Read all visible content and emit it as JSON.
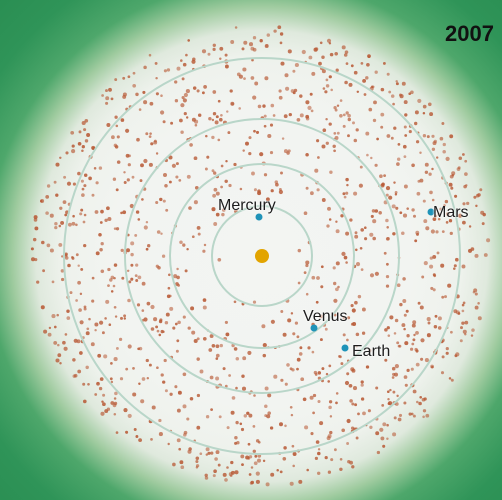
{
  "year": "2007",
  "planets": [
    {
      "name": "Mercury",
      "icon": "planet-marker-icon"
    },
    {
      "name": "Venus",
      "icon": "planet-marker-icon"
    },
    {
      "name": "Earth",
      "icon": "planet-marker-icon"
    },
    {
      "name": "Mars",
      "icon": "planet-marker-icon"
    }
  ],
  "colors": {
    "background_green": "#2f9458",
    "inner_white": "#f2f4f1",
    "orbit_line": "#b9d6c9",
    "asteroid_dot": "#b85a36",
    "planet_marker": "#1f93b8",
    "sun": "#e2a400",
    "label_text": "#1d1d1d"
  }
}
